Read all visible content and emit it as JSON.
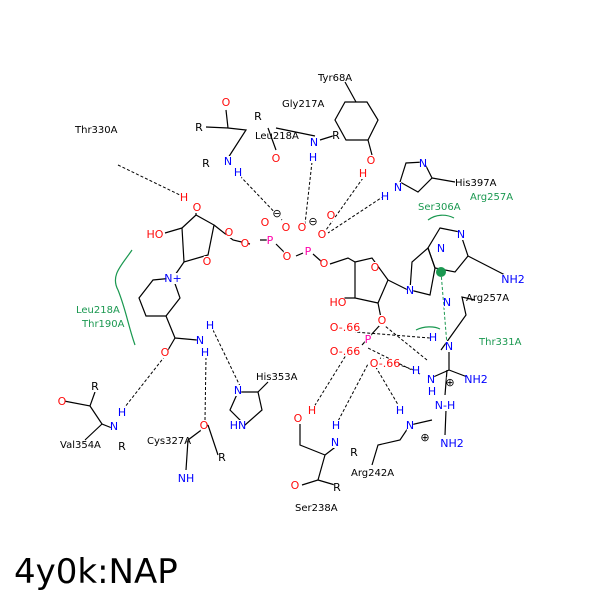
{
  "title": "4y0k:NAP",
  "colors": {
    "carbon": "#000000",
    "oxygen": "#ff0d0d",
    "nitrogen": "#0000ff",
    "phosphorus": "#ff00aa",
    "hydrophobic": "#1a9850"
  },
  "residues": [
    "Tyr68A",
    "Gly217A",
    "Leu218A",
    "Thr330A",
    "His397A",
    "Arg257A",
    "His353A",
    "Val354A",
    "Cys327A",
    "Ser238A",
    "Arg242A"
  ],
  "hydrophobic": [
    "Ser306A",
    "Arg257A",
    "Leu218A",
    "Thr190A",
    "Thr331A"
  ],
  "atoms": [
    {
      "t": "O",
      "e": "O"
    },
    {
      "t": "R",
      "e": "C"
    },
    {
      "t": "R",
      "e": "C"
    },
    {
      "t": "O",
      "e": "O"
    },
    {
      "t": "N",
      "e": "N"
    },
    {
      "t": "H",
      "e": "N"
    },
    {
      "t": "R",
      "e": "C"
    },
    {
      "t": "N",
      "e": "N"
    },
    {
      "t": "H",
      "e": "N"
    },
    {
      "t": "R",
      "e": "C"
    },
    {
      "t": "O",
      "e": "O"
    },
    {
      "t": "H",
      "e": "O"
    },
    {
      "t": "N",
      "e": "N"
    },
    {
      "t": "H",
      "e": "N"
    },
    {
      "t": "N",
      "e": "N"
    },
    {
      "t": "H",
      "e": "O"
    },
    {
      "t": "O",
      "e": "O"
    },
    {
      "t": "O",
      "e": "O"
    },
    {
      "t": "HO",
      "e": "O"
    },
    {
      "t": "O",
      "e": "O"
    },
    {
      "t": "N+",
      "e": "N"
    },
    {
      "t": "O",
      "e": "O"
    },
    {
      "t": "O",
      "e": "O"
    },
    {
      "t": "O",
      "e": "O"
    },
    {
      "t": "P",
      "e": "P"
    },
    {
      "t": "O",
      "e": "O"
    },
    {
      "t": "O",
      "e": "O"
    },
    {
      "t": "O",
      "e": "O"
    },
    {
      "t": "O",
      "e": "O"
    },
    {
      "t": "P",
      "e": "P"
    },
    {
      "t": "O",
      "e": "O"
    },
    {
      "t": "⊖",
      "e": "C"
    },
    {
      "t": "⊖",
      "e": "C"
    },
    {
      "t": "O",
      "e": "O"
    },
    {
      "t": "N",
      "e": "N"
    },
    {
      "t": "H",
      "e": "N"
    },
    {
      "t": "H",
      "e": "N"
    },
    {
      "t": "O",
      "e": "O"
    },
    {
      "t": "R",
      "e": "C"
    },
    {
      "t": "N",
      "e": "N"
    },
    {
      "t": "H",
      "e": "N"
    },
    {
      "t": "R",
      "e": "C"
    },
    {
      "t": "N",
      "e": "N"
    },
    {
      "t": "HN",
      "e": "N"
    },
    {
      "t": "O",
      "e": "O"
    },
    {
      "t": "R",
      "e": "C"
    },
    {
      "t": "NH",
      "e": "N"
    },
    {
      "t": "O",
      "e": "O"
    },
    {
      "t": "HO",
      "e": "O"
    },
    {
      "t": "O",
      "e": "O"
    },
    {
      "t": "N",
      "e": "N"
    },
    {
      "t": "N",
      "e": "N"
    },
    {
      "t": "N",
      "e": "N"
    },
    {
      "t": "N",
      "e": "N"
    },
    {
      "t": "NH2",
      "e": "N"
    },
    {
      "t": "O-.66",
      "e": "O"
    },
    {
      "t": "P",
      "e": "P"
    },
    {
      "t": "O-.66",
      "e": "O"
    },
    {
      "t": "O-.66",
      "e": "O"
    },
    {
      "t": "H",
      "e": "N"
    },
    {
      "t": "N",
      "e": "N"
    },
    {
      "t": "H",
      "e": "N"
    },
    {
      "t": "N",
      "e": "N"
    },
    {
      "t": "NH2",
      "e": "N"
    },
    {
      "t": "⊕",
      "e": "C"
    },
    {
      "t": "H",
      "e": "N"
    },
    {
      "t": "N-H",
      "e": "N"
    },
    {
      "t": "NH2",
      "e": "N"
    },
    {
      "t": "⊕",
      "e": "C"
    },
    {
      "t": "N",
      "e": "N"
    },
    {
      "t": "H",
      "e": "N"
    },
    {
      "t": "O",
      "e": "O"
    },
    {
      "t": "H",
      "e": "O"
    },
    {
      "t": "H",
      "e": "N"
    },
    {
      "t": "N",
      "e": "N"
    },
    {
      "t": "R",
      "e": "C"
    },
    {
      "t": "O",
      "e": "O"
    },
    {
      "t": "R",
      "e": "C"
    }
  ]
}
